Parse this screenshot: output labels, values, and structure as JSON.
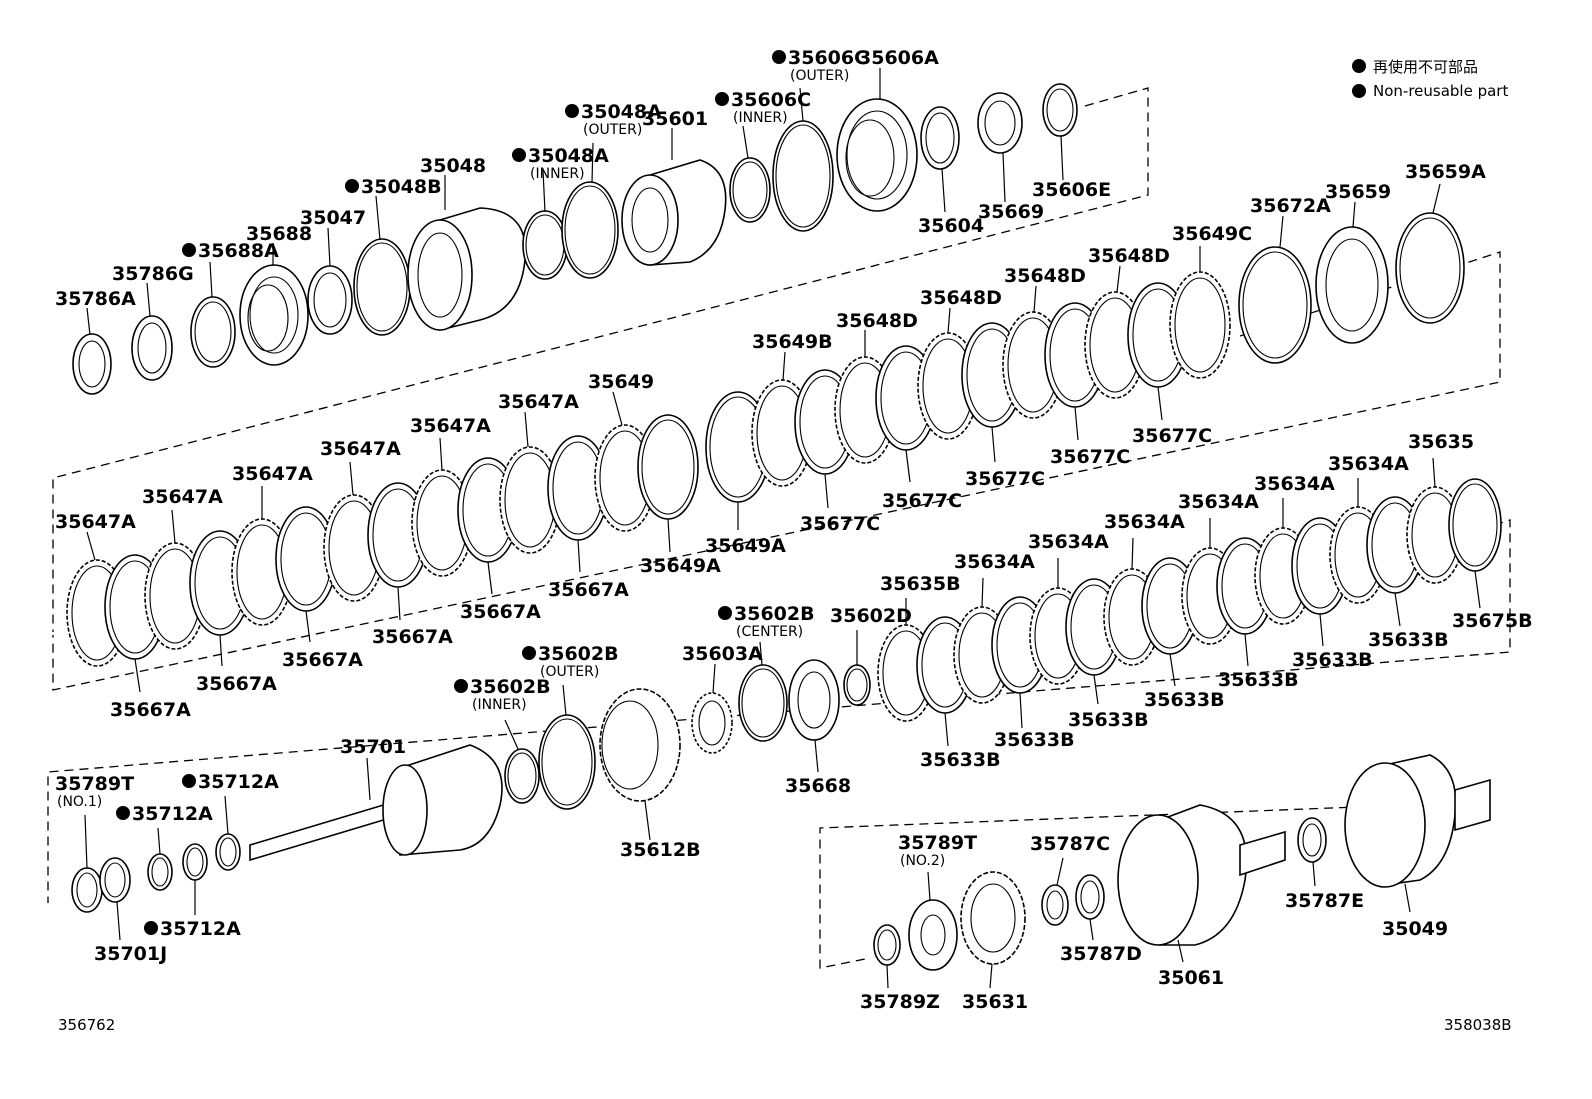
{
  "legend": {
    "jp": "再使用不可部品",
    "en": "Non-reusable part"
  },
  "codes": {
    "left": "356762",
    "right": "358038B"
  },
  "labels": [
    {
      "id": "l_35786A",
      "text": "35786A",
      "np": false
    },
    {
      "id": "l_35786G",
      "text": "35786G",
      "np": false
    },
    {
      "id": "l_35688A",
      "text": "35688A",
      "np": true
    },
    {
      "id": "l_35688",
      "text": "35688",
      "np": false
    },
    {
      "id": "l_35047",
      "text": "35047",
      "np": false
    },
    {
      "id": "l_35048B",
      "text": "35048B",
      "np": true
    },
    {
      "id": "l_35048",
      "text": "35048",
      "np": false
    },
    {
      "id": "l_35048A_in",
      "text": "35048A",
      "np": true,
      "sub": "(INNER)"
    },
    {
      "id": "l_35048A_out",
      "text": "35048A",
      "np": true,
      "sub": "(OUTER)"
    },
    {
      "id": "l_35601",
      "text": "35601",
      "np": false
    },
    {
      "id": "l_35606C_in",
      "text": "35606C",
      "np": true,
      "sub": "(INNER)"
    },
    {
      "id": "l_35606C_out",
      "text": "35606C",
      "np": true,
      "sub": "(OUTER)"
    },
    {
      "id": "l_35606A",
      "text": "35606A",
      "np": false
    },
    {
      "id": "l_35604",
      "text": "35604",
      "np": false
    },
    {
      "id": "l_35669",
      "text": "35669",
      "np": false
    },
    {
      "id": "l_35606E",
      "text": "35606E",
      "np": false
    },
    {
      "id": "l_35672A",
      "text": "35672A",
      "np": false
    },
    {
      "id": "l_35659",
      "text": "35659",
      "np": false
    },
    {
      "id": "l_35659A",
      "text": "35659A",
      "np": false
    },
    {
      "id": "l_35649C",
      "text": "35649C",
      "np": false
    },
    {
      "id": "l_35648D_a",
      "text": "35648D",
      "np": false
    },
    {
      "id": "l_35648D_b",
      "text": "35648D",
      "np": false
    },
    {
      "id": "l_35648D_c",
      "text": "35648D",
      "np": false
    },
    {
      "id": "l_35648D_d",
      "text": "35648D",
      "np": false
    },
    {
      "id": "l_35649B",
      "text": "35649B",
      "np": false
    },
    {
      "id": "l_35649",
      "text": "35649",
      "np": false
    },
    {
      "id": "l_35677C_a",
      "text": "35677C",
      "np": false
    },
    {
      "id": "l_35677C_b",
      "text": "35677C",
      "np": false
    },
    {
      "id": "l_35677C_c",
      "text": "35677C",
      "np": false
    },
    {
      "id": "l_35677C_d",
      "text": "35677C",
      "np": false
    },
    {
      "id": "l_35677C_e",
      "text": "35677C",
      "np": false
    },
    {
      "id": "l_35649A_a",
      "text": "35649A",
      "np": false
    },
    {
      "id": "l_35649A_b",
      "text": "35649A",
      "np": false
    },
    {
      "id": "l_35647A_a",
      "text": "35647A",
      "np": false
    },
    {
      "id": "l_35647A_b",
      "text": "35647A",
      "np": false
    },
    {
      "id": "l_35647A_c",
      "text": "35647A",
      "np": false
    },
    {
      "id": "l_35647A_d",
      "text": "35647A",
      "np": false
    },
    {
      "id": "l_35647A_e",
      "text": "35647A",
      "np": false
    },
    {
      "id": "l_35647A_f",
      "text": "35647A",
      "np": false
    },
    {
      "id": "l_35667A_a",
      "text": "35667A",
      "np": false
    },
    {
      "id": "l_35667A_b",
      "text": "35667A",
      "np": false
    },
    {
      "id": "l_35667A_c",
      "text": "35667A",
      "np": false
    },
    {
      "id": "l_35667A_d",
      "text": "35667A",
      "np": false
    },
    {
      "id": "l_35667A_e",
      "text": "35667A",
      "np": false
    },
    {
      "id": "l_35667A_f",
      "text": "35667A",
      "np": false
    },
    {
      "id": "l_35635",
      "text": "35635",
      "np": false
    },
    {
      "id": "l_35634A_a",
      "text": "35634A",
      "np": false
    },
    {
      "id": "l_35634A_b",
      "text": "35634A",
      "np": false
    },
    {
      "id": "l_35634A_c",
      "text": "35634A",
      "np": false
    },
    {
      "id": "l_35634A_d",
      "text": "35634A",
      "np": false
    },
    {
      "id": "l_35634A_e",
      "text": "35634A",
      "np": false
    },
    {
      "id": "l_35634A_f",
      "text": "35634A",
      "np": false
    },
    {
      "id": "l_35635B",
      "text": "35635B",
      "np": false
    },
    {
      "id": "l_35675B",
      "text": "35675B",
      "np": false
    },
    {
      "id": "l_35633B_a",
      "text": "35633B",
      "np": false
    },
    {
      "id": "l_35633B_b",
      "text": "35633B",
      "np": false
    },
    {
      "id": "l_35633B_c",
      "text": "35633B",
      "np": false
    },
    {
      "id": "l_35633B_d",
      "text": "35633B",
      "np": false
    },
    {
      "id": "l_35633B_e",
      "text": "35633B",
      "np": false
    },
    {
      "id": "l_35633B_f",
      "text": "35633B",
      "np": false
    },
    {
      "id": "l_35633B_g",
      "text": "35633B",
      "np": false
    },
    {
      "id": "l_35602D",
      "text": "35602D",
      "np": false
    },
    {
      "id": "l_35602B_c",
      "text": "35602B",
      "np": true,
      "sub": "(CENTER)"
    },
    {
      "id": "l_35602B_o",
      "text": "35602B",
      "np": true,
      "sub": "(OUTER)"
    },
    {
      "id": "l_35602B_i",
      "text": "35602B",
      "np": true,
      "sub": "(INNER)"
    },
    {
      "id": "l_35603A",
      "text": "35603A",
      "np": false
    },
    {
      "id": "l_35668",
      "text": "35668",
      "np": false
    },
    {
      "id": "l_35612B",
      "text": "35612B",
      "np": false
    },
    {
      "id": "l_35701",
      "text": "35701",
      "np": false
    },
    {
      "id": "l_35789T_1",
      "text": "35789T",
      "np": false,
      "sub": "(NO.1)"
    },
    {
      "id": "l_35712A_a",
      "text": "35712A",
      "np": true
    },
    {
      "id": "l_35712A_b",
      "text": "35712A",
      "np": true
    },
    {
      "id": "l_35712A_c",
      "text": "35712A",
      "np": true
    },
    {
      "id": "l_35701J",
      "text": "35701J",
      "np": false
    },
    {
      "id": "l_35789T_2",
      "text": "35789T",
      "np": false,
      "sub": "(NO.2)"
    },
    {
      "id": "l_35789Z",
      "text": "35789Z",
      "np": false
    },
    {
      "id": "l_35631",
      "text": "35631",
      "np": false
    },
    {
      "id": "l_35787C",
      "text": "35787C",
      "np": false
    },
    {
      "id": "l_35787D",
      "text": "35787D",
      "np": false
    },
    {
      "id": "l_35061",
      "text": "35061",
      "np": false
    },
    {
      "id": "l_35787E",
      "text": "35787E",
      "np": false
    },
    {
      "id": "l_35049",
      "text": "35049",
      "np": false
    }
  ]
}
